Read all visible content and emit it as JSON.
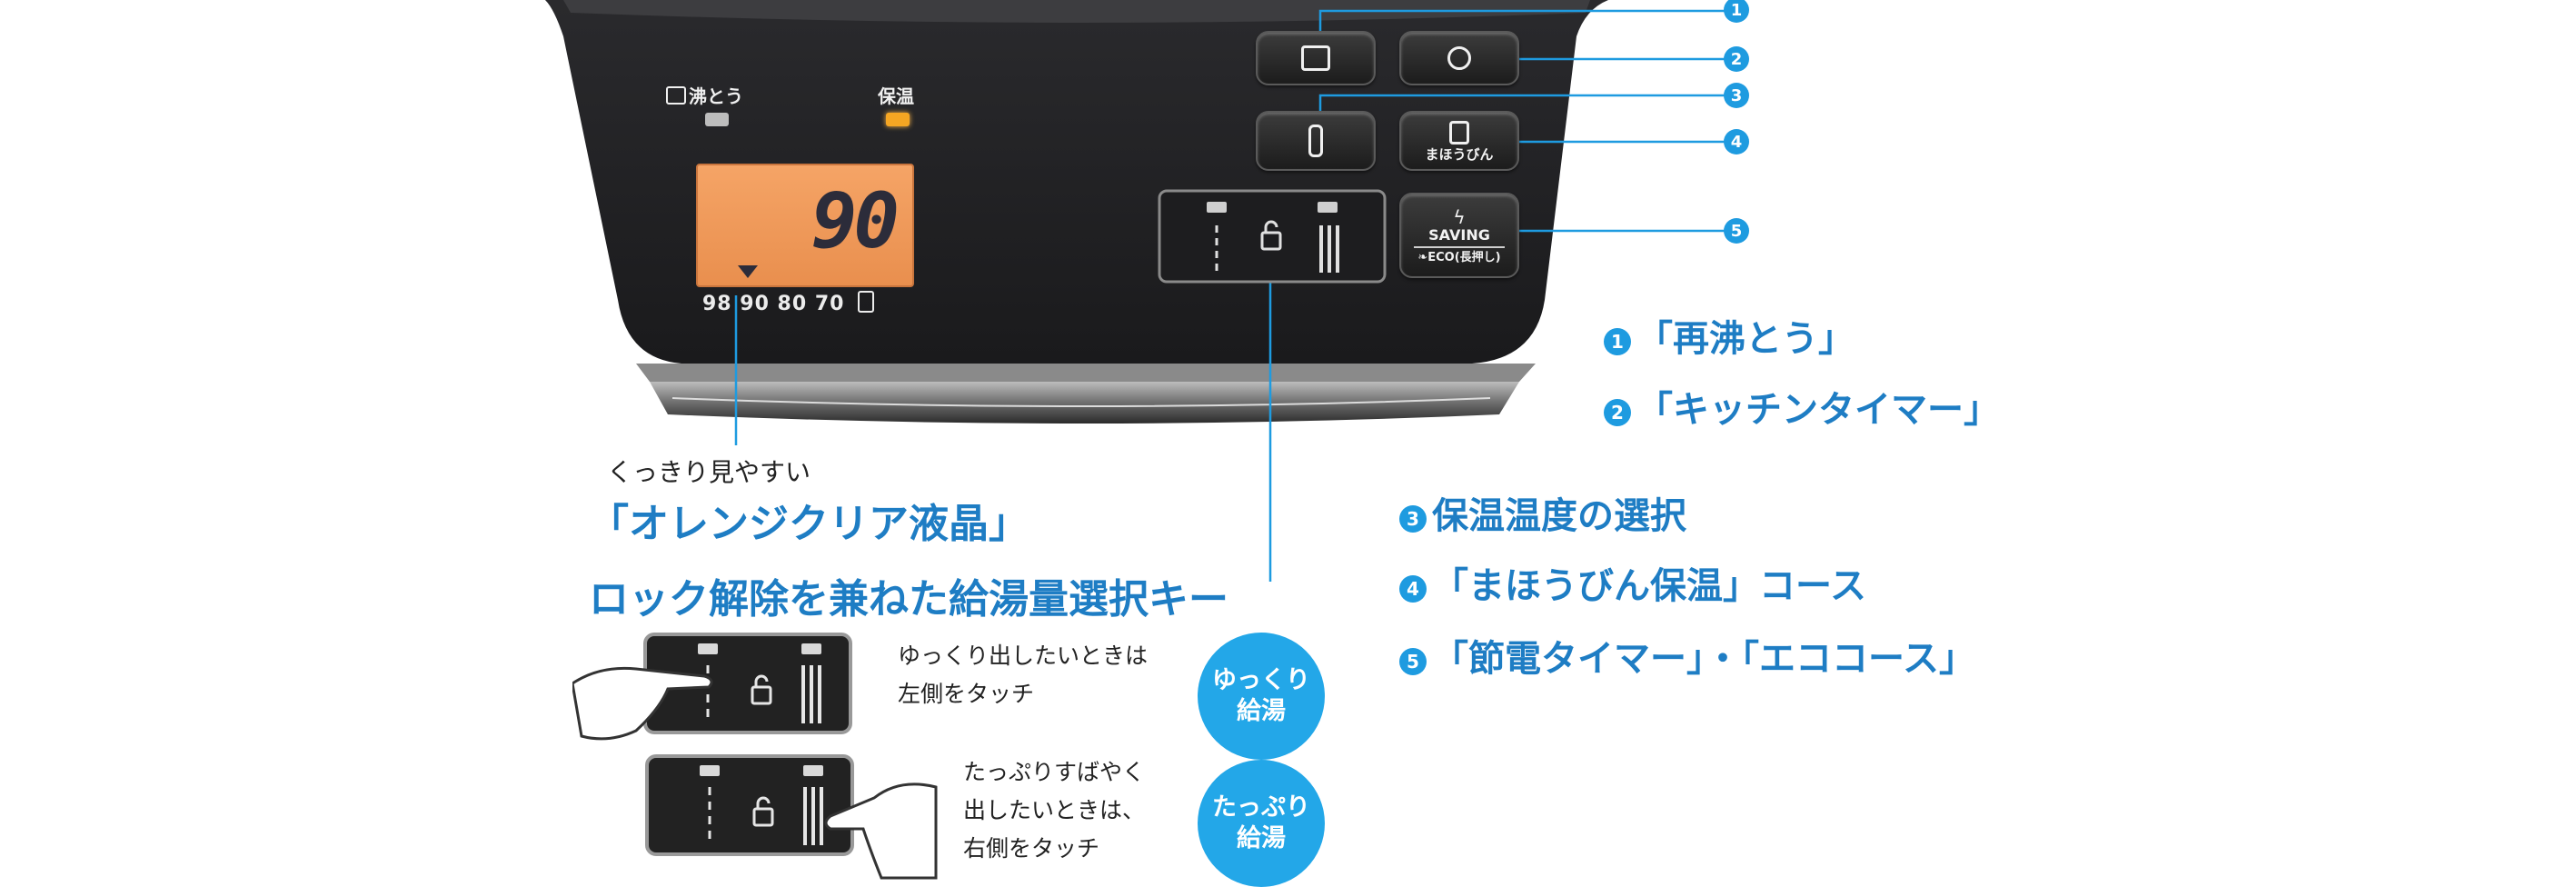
{
  "panel": {
    "indicator_reboil_label": "沸とう",
    "indicator_keepwarm_label": "保温",
    "lcd_value": "90",
    "temp_scale": "98 90 80 70",
    "btn_mahoubin_label": "まほうびん",
    "btn_saving_label": "SAVING",
    "btn_saving_sub": "ECO(長押し)"
  },
  "callouts": {
    "n1": "1",
    "n2": "2",
    "n3": "3",
    "n4": "4",
    "n5": "5"
  },
  "legend": {
    "item1_num": "1",
    "item1": "「再沸とう」",
    "item2_num": "2",
    "item2": "「キッチンタイマー」",
    "item3_num": "3",
    "item3": "保温温度の選択",
    "item4_num": "4",
    "item4": "「まほうびん保温」コース",
    "item5_num": "5",
    "item5": "「節電タイマー」・「エココース」"
  },
  "lcd_caption": {
    "small": "くっきり見やすい",
    "big": "「オレンジクリア液晶」"
  },
  "lock_title": "ロック解除を兼ねた給湯量選択キー",
  "slow": {
    "text1": "ゆっくり出したいときは",
    "text2": "左側をタッチ",
    "badge1": "ゆっくり",
    "badge2": "給湯"
  },
  "fast": {
    "text1": "たっぷりすばやく",
    "text2": "出したいときは、",
    "text3": "右側をタッチ",
    "badge1": "たっぷり",
    "badge2": "給湯"
  },
  "colors": {
    "accent_blue": "#1e7dc4",
    "badge_blue": "#23a7e8",
    "panel_black": "#1e1e20",
    "lcd_orange": "#f09a58",
    "led_orange": "#f5a623"
  }
}
